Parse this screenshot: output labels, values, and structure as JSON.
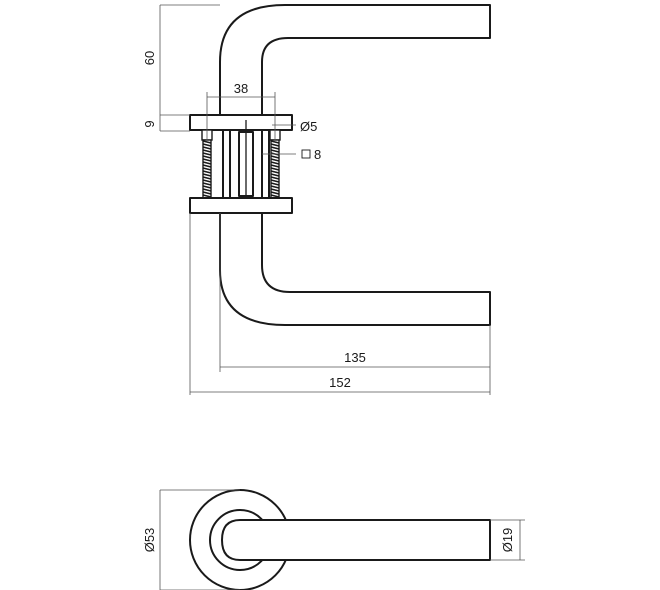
{
  "dimensions": {
    "handle_height": "60",
    "spindle_gap": "38",
    "rose_thickness": "9",
    "screw_diameter": "Ø5",
    "spindle_square": "8",
    "projection_inner": "135",
    "projection_total": "152",
    "rose_diameter": "Ø53",
    "lever_diameter": "Ø19"
  },
  "colors": {
    "line": "#1a1a1a",
    "dimension": "#555555",
    "background": "#ffffff"
  }
}
